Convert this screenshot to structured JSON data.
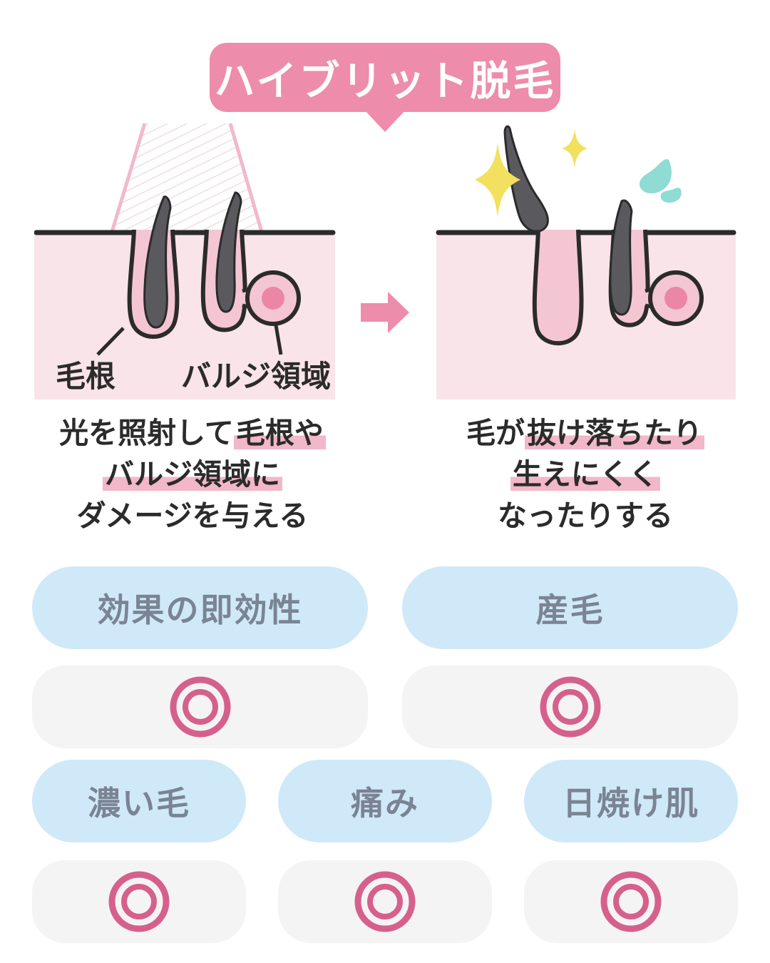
{
  "title": "ハイブリット脱毛",
  "left_diagram": {
    "label_hair_root": "毛根",
    "label_bulge": "バルジ領域",
    "caption": {
      "l1_plain": "光を照射して",
      "l1_hl": "毛根や",
      "l2_hl": "バルジ領域に",
      "l3_plain": "ダメージを与える"
    }
  },
  "right_diagram": {
    "caption": {
      "l1_plain": "毛が",
      "l1_hl": "抜け落ちたり",
      "l2_hl": "生えにくく",
      "l3_plain": "なったりする"
    }
  },
  "comparison": {
    "row1": [
      {
        "label": "効果の即効性",
        "rating": "◎"
      },
      {
        "label": "産毛",
        "rating": "◎"
      }
    ],
    "row2": [
      {
        "label": "濃い毛",
        "rating": "◎"
      },
      {
        "label": "痛み",
        "rating": "◎"
      },
      {
        "label": "日焼け肌",
        "rating": "◎"
      }
    ]
  },
  "colors": {
    "accent_pink": "#ee8cab",
    "highlight_pink": "#f2b7c9",
    "skin_pink": "#f9e4e9",
    "follicle_pink": "#f4c6d4",
    "bulge_dot_pink": "#ec86a5",
    "hair_gray": "#5a5a5e",
    "outline_dark": "#2b2b2b",
    "pill_blue": "#cfe9f8",
    "pill_gray": "#f5f4f5",
    "pill_text_gray": "#7b8494",
    "rating_pink": "#d6608c",
    "sparkle_yellow": "#f2e05e",
    "drop_teal": "#8edcd4"
  }
}
